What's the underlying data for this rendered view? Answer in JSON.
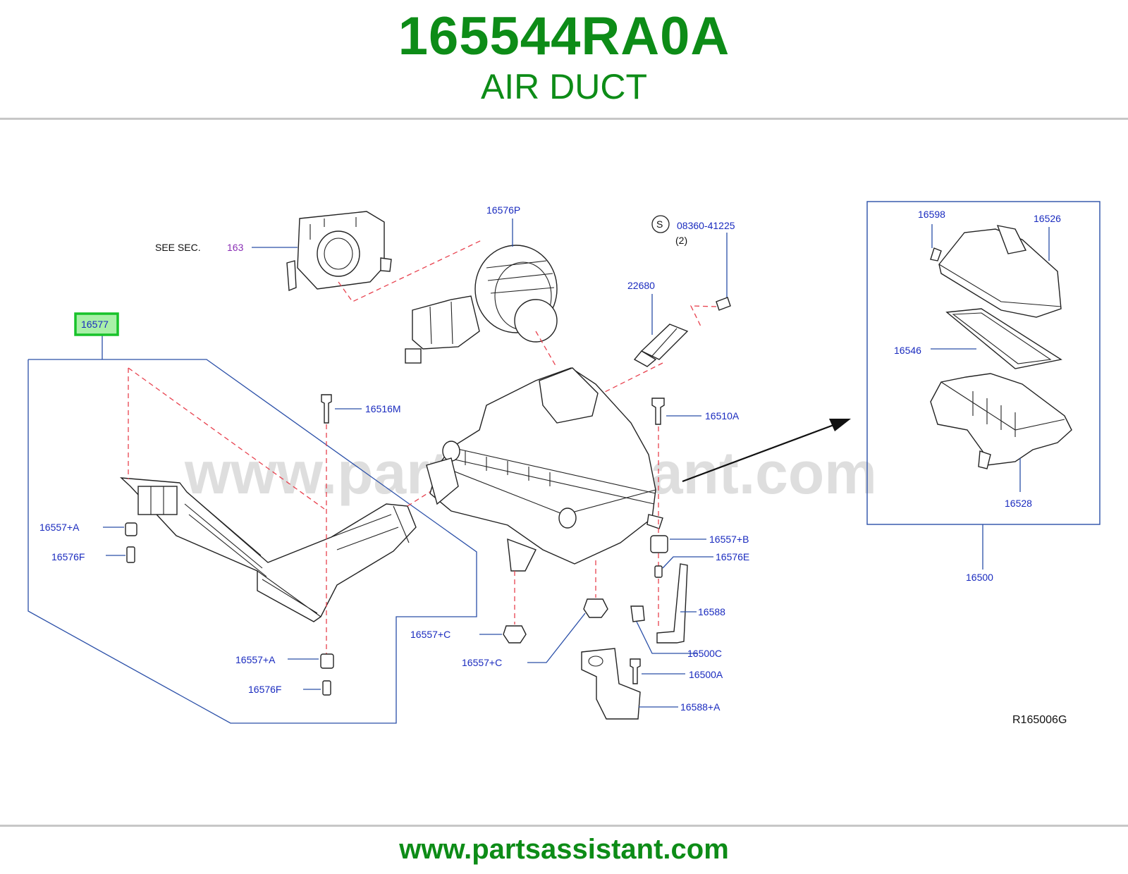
{
  "header": {
    "part_number": "165544RA0A",
    "part_name": "AIR DUCT"
  },
  "diagram": {
    "see_sec_label": "SEE   SEC.",
    "see_sec_number": "163",
    "screw_symbol": "S",
    "screw_part": "08360-41225",
    "screw_qty": "(2)",
    "highlighted_part": "16577",
    "watermark": "www.partsassistant.com",
    "ref_code": "R165006G",
    "callouts": {
      "p16576P": "16576P",
      "p22680": "22680",
      "p16516M": "16516M",
      "p16510A": "16510A",
      "p16557A_1": "16557+A",
      "p16576F_1": "16576F",
      "p16557B": "16557+B",
      "p16576E": "16576E",
      "p16588": "16588",
      "p16557C_1": "16557+C",
      "p16557C_2": "16557+C",
      "p16500C": "16500C",
      "p16557A_2": "16557+A",
      "p16500A": "16500A",
      "p16576F_2": "16576F",
      "p16588A": "16588+A",
      "p16598": "16598",
      "p16526": "16526",
      "p16546": "16546",
      "p16528": "16528",
      "p16500": "16500"
    }
  },
  "footer": {
    "url": "www.partsassistant.com"
  },
  "colors": {
    "brand_green": "#0d8c17",
    "callout_blue": "#1a2bbf",
    "leader_blue": "#2a4fa8",
    "dash_red": "#e8424f",
    "highlight_green": "#18c22a"
  }
}
